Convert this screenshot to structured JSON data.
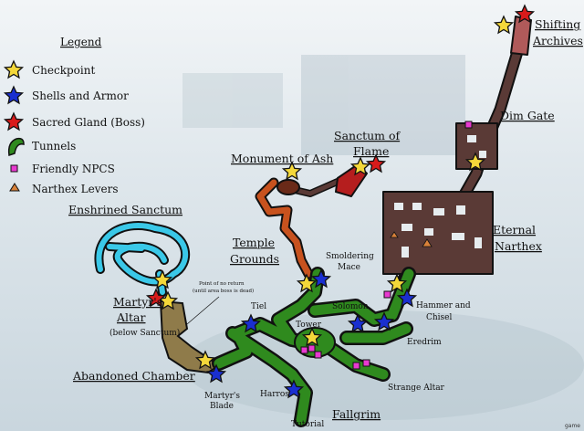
{
  "legend": {
    "title": "Legend",
    "items": [
      {
        "label": "Checkpoint",
        "icon": "star-yellow",
        "color": "#f4d83a"
      },
      {
        "label": "Shells and Armor",
        "icon": "star-blue",
        "color": "#1a2fd0"
      },
      {
        "label": "Sacred Gland (Boss)",
        "icon": "star-red",
        "color": "#d81b1b"
      },
      {
        "label": "Tunnels",
        "icon": "tunnel-icon",
        "color": "#2f8a1e"
      },
      {
        "label": "Friendly NPCS",
        "icon": "square-magenta",
        "color": "#e83ad0"
      },
      {
        "label": "Narthex Levers",
        "icon": "triangle-orange",
        "color": "#d9823a"
      }
    ]
  },
  "areas": {
    "shifting_archives": [
      "Shifting",
      "Archives"
    ],
    "dim_gate": "Dim Gate",
    "sanctum_of_flame": [
      "Sanctum of",
      "Flame"
    ],
    "monument_of_ash": "Monument of Ash",
    "enshrined_sanctum": "Enshrined Sanctum",
    "temple_grounds": [
      "Temple",
      "Grounds"
    ],
    "eternal_narthex": [
      "Eternal",
      "Narthex"
    ],
    "martyrs_altar": [
      "Martyr's",
      "Altar"
    ],
    "martyrs_altar_note": "(below Sanctum)",
    "abandoned_chamber": "Abandoned Chamber",
    "fallgrim": "Fallgrim"
  },
  "points": {
    "smoldering_mace": [
      "Smoldering",
      "Mace"
    ],
    "point_of_no_return": [
      "Point of no return",
      "(until area boss is dead)"
    ],
    "tiel": "Tiel",
    "solomon": "Solomon",
    "hammer_and_chisel": [
      "Hammer and",
      "Chisel"
    ],
    "tower": "Tower",
    "eredrim": "Eredrim",
    "martyrs_blade": [
      "Martyr's",
      "Blade"
    ],
    "harros": "Harros",
    "strange_altar": "Strange Altar",
    "tutorial": "Tutorial"
  },
  "colors": {
    "fallgrim": "#2f8a1e",
    "enshrined_sanctum": "#3ac8e8",
    "martyrs_altar": "#8f7b4a",
    "temple_grounds": "#c8521e",
    "narthex": "#5a3a36",
    "sanctum_of_flame": "#b51e1e",
    "archives": "#b05a5a"
  },
  "watermark": "game"
}
